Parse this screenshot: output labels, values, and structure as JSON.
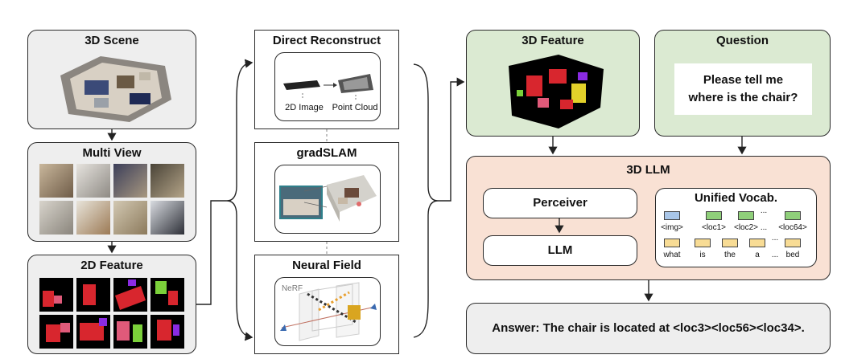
{
  "left_column": {
    "scene_title": "3D Scene",
    "multiview_title": "Multi View",
    "feature2d_title": "2D Feature"
  },
  "middle_column": {
    "direct_title": "Direct Reconstruct",
    "direct_label_image": "2D Image",
    "direct_label_cloud": "Point Cloud",
    "gradslam_title": "gradSLAM",
    "neural_title": "Neural Field",
    "nerf_label": "NeRF"
  },
  "right_column": {
    "feature3d_title": "3D Feature",
    "question_title": "Question",
    "question_text_line1": "Please tell me",
    "question_text_line2": "where is the chair?",
    "llm3d_title": "3D LLM",
    "perceiver_label": "Perceiver",
    "llm_label": "LLM",
    "vocab_title": "Unified Vocab.",
    "vocab_row1": [
      "<img>",
      "<loc1>",
      "<loc2>",
      "...",
      "<loc64>"
    ],
    "vocab_row2": [
      "what",
      "is",
      "the",
      "a",
      "...",
      "bed"
    ],
    "answer_text": "Answer: The chair is located at <loc3><loc56><loc34>."
  },
  "colors": {
    "img_token": "#a9c6e8",
    "loc_token": "#8fcf7a",
    "word_token": "#f8dc95",
    "green_box": "#dbead2",
    "peach_box": "#f9e1d4",
    "gray_box": "#eeeeee"
  }
}
